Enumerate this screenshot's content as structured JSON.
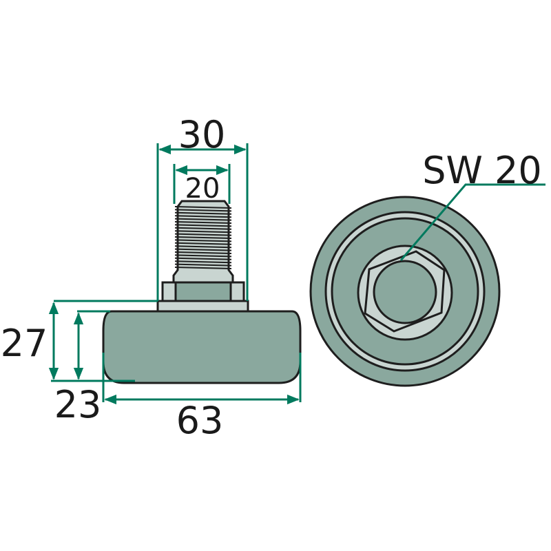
{
  "dimensions": {
    "outer_thread_width": "30",
    "thread_diameter": "20",
    "total_height": "27",
    "body_height": "23",
    "body_diameter": "63",
    "wrench_size": "SW 20"
  },
  "colors": {
    "body": "#8aa89e",
    "light_part": "#c9d5d1",
    "dimension_line": "#007a5e",
    "outline": "#1e1e1e"
  }
}
